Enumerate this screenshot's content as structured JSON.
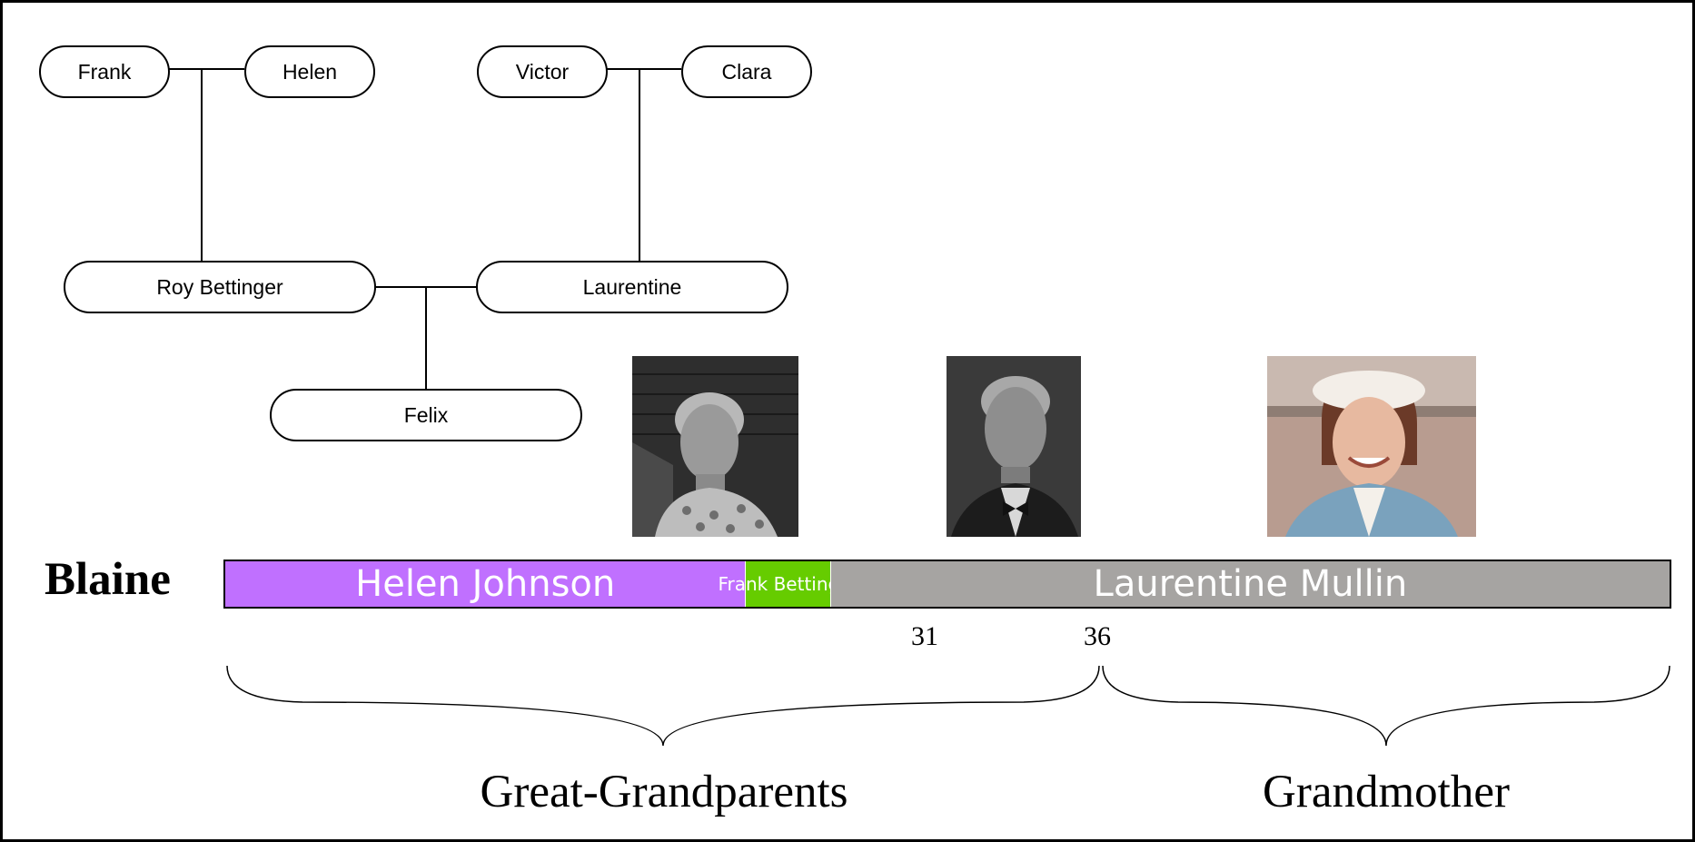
{
  "family_tree": {
    "people": {
      "frank": "Frank",
      "helen": "Helen",
      "victor": "Victor",
      "clara": "Clara",
      "roy": "Roy Bettinger",
      "laurentine": "Laurentine",
      "felix": "Felix"
    }
  },
  "timeline": {
    "subject": "Blaine",
    "total_years": 86,
    "segments": [
      {
        "label": "Helen Johnson",
        "start": 0,
        "end": 31,
        "color": "#c070ff"
      },
      {
        "label": "Frank Bettinger",
        "start": 31,
        "end": 36,
        "color": "#66cc00"
      },
      {
        "label": "Laurentine Mullin",
        "start": 36,
        "end": 86,
        "color": "#a6a4a2"
      }
    ],
    "ticks": [
      "31",
      "36"
    ],
    "groups": [
      {
        "label": "Great-Grandparents"
      },
      {
        "label": "Grandmother"
      }
    ]
  },
  "photos": [
    {
      "subject": "Helen Johnson",
      "style": "black-and-white portrait"
    },
    {
      "subject": "Frank Bettinger",
      "style": "black-and-white portrait"
    },
    {
      "subject": "Laurentine Mullin",
      "style": "color portrait"
    }
  ]
}
